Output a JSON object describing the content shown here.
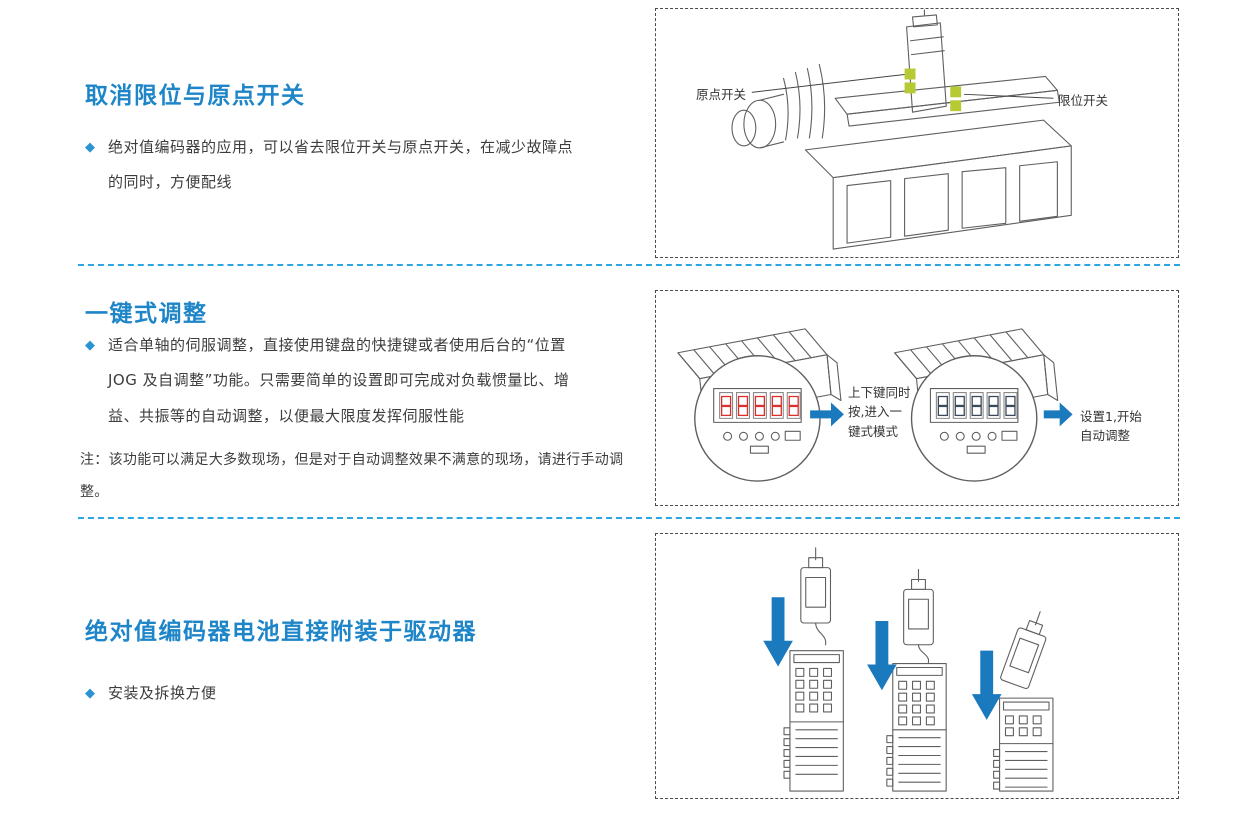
{
  "colors": {
    "title_blue": "#1e86c8",
    "bullet_blue": "#2a93d2",
    "separator_blue": "#2ba6e2",
    "arrow_blue": "#1b79bd",
    "switch_green": "#b7ca33",
    "digit_red": "#d9302c",
    "body_text": "#3d3d3d"
  },
  "sections": [
    {
      "title": "取消限位与原点开关",
      "bullet": "绝对值编码器的应用，可以省去限位开关与原点开关，在减少故障点的同时，方便配线",
      "figure": {
        "label_left": "原点开关",
        "label_right": "限位开关"
      }
    },
    {
      "title": "一键式调整",
      "bullet": "适合单轴的伺服调整，直接使用键盘的快捷键或者使用后台的“位置JOG 及自调整”功能。只需要简单的设置即可完成对负载惯量比、增益、共振等的自动调整，以便最大限度发挥伺服性能",
      "note": "注：该功能可以满足大多数现场，但是对于自动调整效果不满意的现场，请进行手动调整。",
      "figure": {
        "callout_left": "上下键同时\n按,进入一\n键式模式",
        "callout_right": "设置1,开始\n自动调整"
      }
    },
    {
      "title": "绝对值编码器电池直接附装于驱动器",
      "bullet": "安装及拆换方便"
    }
  ]
}
